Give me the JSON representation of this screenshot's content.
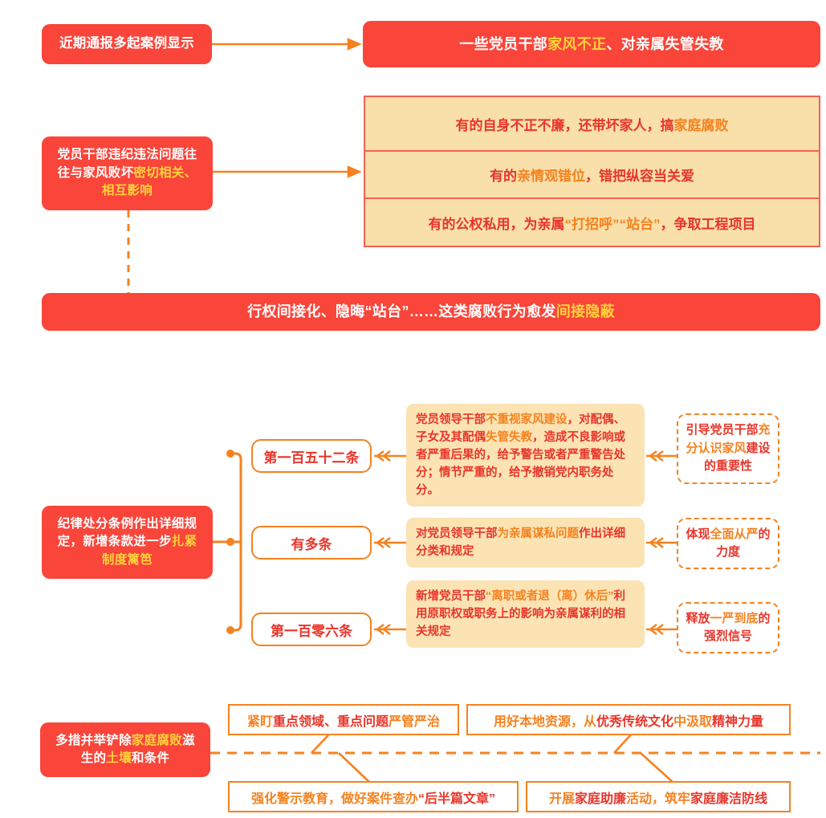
{
  "theme": {
    "red": "#F9453A",
    "orange": "#F5821F",
    "yellow": "#FFD43B",
    "beige": "#F9DFA9",
    "soft_beige": "#FCE3B4",
    "text_red": "#E8352A",
    "border_red": "#F26152",
    "white": "#FFFFFF"
  },
  "section1": {
    "source_label": "近期通报多起案例显示",
    "result": {
      "part1": "一些党员干部",
      "highlight": "家风不正",
      "part2": "、对亲属失管失教"
    },
    "arrow": "right-arrow"
  },
  "section2": {
    "left_label": {
      "part1": "党员干部违纪违法问题往往与家风败坏",
      "highlight": "密切相关、相互影响"
    },
    "rows": [
      {
        "part1": "有的自身不正不廉，还带坏家人，搞",
        "highlight": "家庭腐败",
        "part2": ""
      },
      {
        "part1": "有的",
        "highlight": "亲情观错位",
        "part2": "，错把纵容当关爱"
      },
      {
        "part1": "有的公权私用，为亲属",
        "highlight": "“打招呼”“站台”",
        "part2": "，争取工程项目"
      }
    ],
    "summary": {
      "part1": "行权间接化、隐晦“站台”……这类腐败行为愈发",
      "highlight": "间接隐蔽"
    }
  },
  "section3": {
    "left_label": {
      "part1": "纪律处分条例作出详细规定，新增条款进一步",
      "highlight": "扎紧制度篱笆"
    },
    "branches": [
      {
        "pill": "第一百五十二条",
        "detail": {
          "seg": [
            {
              "t": "党员领导干部",
              "c": "red"
            },
            {
              "t": "不重视家风建设",
              "c": "orange"
            },
            {
              "t": "，对配偶、子女及其配偶",
              "c": "red"
            },
            {
              "t": "失管失教",
              "c": "orange"
            },
            {
              "t": "，造成不良影响或者严重后果的，给予警告或者严重警告处分；情节严重的，给予撤销党内职务处分。",
              "c": "red"
            }
          ]
        },
        "outcome": {
          "seg": [
            {
              "t": "引导党员干部",
              "c": "red"
            },
            {
              "t": "充分认识家风",
              "c": "orange"
            },
            {
              "t": "建设的重要性",
              "c": "red"
            }
          ]
        }
      },
      {
        "pill": "有多条",
        "detail": {
          "seg": [
            {
              "t": "对党员领导干部",
              "c": "red"
            },
            {
              "t": "为亲属谋私问题",
              "c": "orange"
            },
            {
              "t": "作出详细分类和规定",
              "c": "red"
            }
          ]
        },
        "outcome": {
          "seg": [
            {
              "t": "体现",
              "c": "red"
            },
            {
              "t": "全面从严",
              "c": "orange"
            },
            {
              "t": "的力度",
              "c": "red"
            }
          ]
        }
      },
      {
        "pill": "第一百零六条",
        "detail": {
          "seg": [
            {
              "t": "新增党员干部",
              "c": "red"
            },
            {
              "t": "“离职或者退（离）休后”",
              "c": "orange"
            },
            {
              "t": "利用原职权或职务上的影响为亲属谋利的相关规定",
              "c": "red"
            }
          ]
        },
        "outcome": {
          "seg": [
            {
              "t": "释放",
              "c": "red"
            },
            {
              "t": "一严到底",
              "c": "orange"
            },
            {
              "t": "的强烈信号",
              "c": "red"
            }
          ]
        }
      }
    ]
  },
  "section4": {
    "left_label": {
      "part1": "多措并举铲除",
      "highlight1": "家庭腐败",
      "part2": "滋生的",
      "highlight2": "土壤",
      "part3": "和条件"
    },
    "measures": [
      {
        "seg": [
          {
            "t": "紧盯",
            "c": "orange"
          },
          {
            "t": "重点领域、重点问题",
            "c": "red"
          },
          {
            "t": "严管严治",
            "c": "orange"
          }
        ]
      },
      {
        "seg": [
          {
            "t": "用好本地资源，从",
            "c": "orange"
          },
          {
            "t": "优秀传统文化",
            "c": "red"
          },
          {
            "t": "中汲取",
            "c": "orange"
          },
          {
            "t": "精神力量",
            "c": "red"
          }
        ]
      },
      {
        "seg": [
          {
            "t": "强化警示教育，做好案件查办",
            "c": "orange"
          },
          {
            "t": "“后半篇文章”",
            "c": "red"
          }
        ]
      },
      {
        "seg": [
          {
            "t": "开展",
            "c": "orange"
          },
          {
            "t": "家庭助廉",
            "c": "red"
          },
          {
            "t": "活动，筑牢",
            "c": "orange"
          },
          {
            "t": "家庭廉洁防线",
            "c": "red"
          }
        ]
      }
    ]
  }
}
